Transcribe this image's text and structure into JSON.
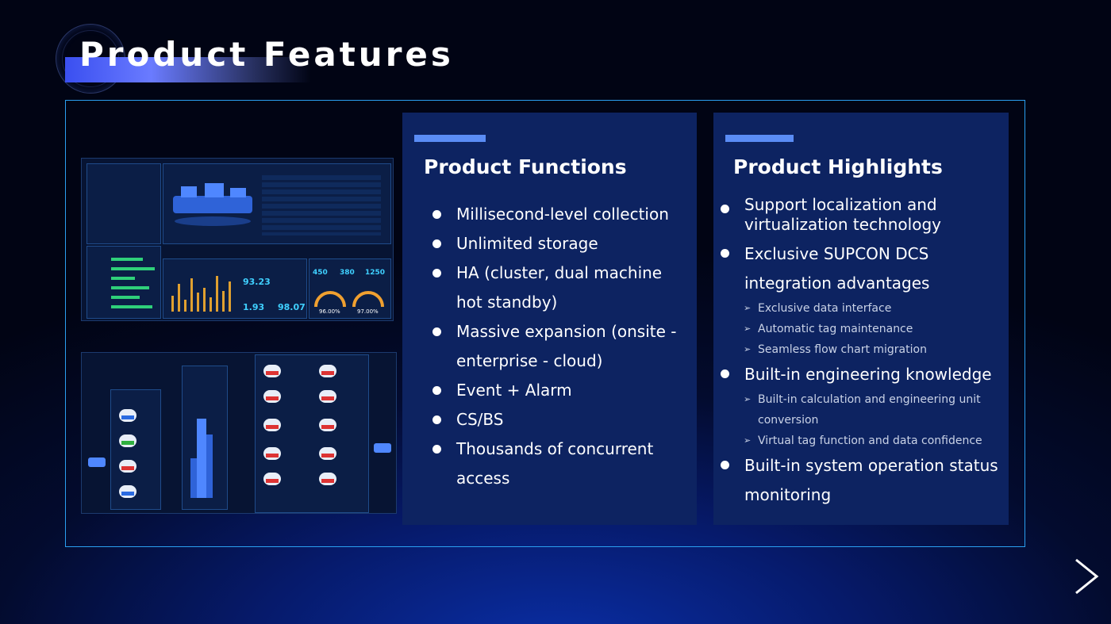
{
  "page": {
    "title": "Product Features"
  },
  "functions": {
    "heading": "Product Functions",
    "items": [
      "Millisecond-level collection",
      "Unlimited storage",
      "HA (cluster, dual machine hot standby)",
      "Massive expansion (onsite - enterprise - cloud)",
      "Event + Alarm",
      "CS/BS",
      "Thousands of concurrent access"
    ]
  },
  "highlights": {
    "heading": "Product Highlights",
    "items": [
      {
        "text": "Support localization and virtualization technology",
        "sub": []
      },
      {
        "text": "Exclusive SUPCON DCS integration advantages",
        "sub": [
          "Exclusive data interface",
          "Automatic tag maintenance",
          "Seamless flow chart migration"
        ]
      },
      {
        "text": "Built-in engineering knowledge",
        "sub": [
          "Built-in calculation and engineering unit conversion",
          "Virtual tag function and data confidence"
        ]
      },
      {
        "text": "Built-in system operation status monitoring",
        "sub": []
      }
    ]
  },
  "screenshots": {
    "dashboard_readouts": [
      "450",
      "380",
      "1250",
      "93.23",
      "1.93",
      "98.07",
      "96.00%",
      "97.00%"
    ]
  },
  "colors": {
    "accent": "#5a8cf5",
    "frame": "#2a9ff0",
    "panel": "#0d2361"
  },
  "icons": {
    "next": "chevron-right-icon"
  }
}
